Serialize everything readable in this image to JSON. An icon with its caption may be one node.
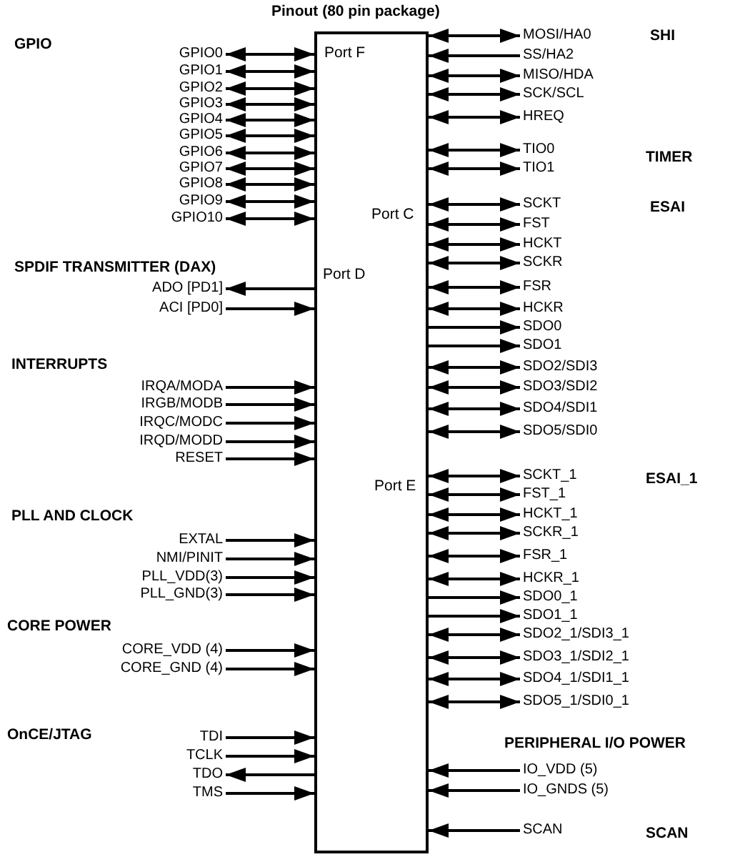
{
  "diagram": {
    "title": "Pinout (80 pin package)",
    "nodes": [
      {
        "text": [
          "Port F",
          "Port C",
          "Port D",
          "Port E"
        ]
      },
      {
        "text": [
          "GPIO0"
        ]
      },
      {
        "text": [
          "GPIO1"
        ]
      },
      {
        "text": [
          "GPIO2"
        ]
      },
      {
        "text": [
          "GPIO3"
        ]
      },
      {
        "text": [
          "GPIO4"
        ]
      },
      {
        "text": [
          "GPIO5"
        ]
      },
      {
        "text": [
          "GPIO6"
        ]
      },
      {
        "text": [
          "GPIO7"
        ]
      },
      {
        "text": [
          "GPIO8"
        ]
      },
      {
        "text": [
          "GPIO9"
        ]
      },
      {
        "text": [
          "GPIO10"
        ]
      },
      {
        "text": [
          "ADO [PD1]"
        ]
      },
      {
        "text": [
          "ACI [PD0]"
        ]
      },
      {
        "text": [
          "IRQA/MODA"
        ]
      },
      {
        "text": [
          "IRGB/MODB"
        ]
      },
      {
        "text": [
          "IRQC/MODC"
        ]
      },
      {
        "text": [
          "IRQD/MODD"
        ]
      },
      {
        "text": [
          "RESET"
        ]
      },
      {
        "text": [
          "EXTAL"
        ]
      },
      {
        "text": [
          "NMI/PINIT"
        ]
      },
      {
        "text": [
          "PLL_VDD(3)"
        ]
      },
      {
        "text": [
          "PLL_GND(3)"
        ]
      },
      {
        "text": [
          "CORE_VDD (4)"
        ]
      },
      {
        "text": [
          "CORE_GND (4)"
        ]
      },
      {
        "text": [
          "TDI"
        ]
      },
      {
        "text": [
          "TCLK"
        ]
      },
      {
        "text": [
          "TDO"
        ]
      },
      {
        "text": [
          "TMS"
        ]
      },
      {
        "text": [
          "MOSI/HA0"
        ]
      },
      {
        "text": [
          "SS/HA2"
        ]
      },
      {
        "text": [
          "MISO/HDA"
        ]
      },
      {
        "text": [
          "SCK/SCL"
        ]
      },
      {
        "text": [
          "HREQ"
        ]
      },
      {
        "text": [
          "TIO0"
        ]
      },
      {
        "text": [
          "TIO1"
        ]
      },
      {
        "text": [
          "SCKT"
        ]
      },
      {
        "text": [
          "FST"
        ]
      },
      {
        "text": [
          "HCKT"
        ]
      },
      {
        "text": [
          "SCKR"
        ]
      },
      {
        "text": [
          "FSR"
        ]
      },
      {
        "text": [
          "HCKR"
        ]
      },
      {
        "text": [
          "SDO0"
        ]
      },
      {
        "text": [
          "SDO1"
        ]
      },
      {
        "text": [
          "SDO2/SDI3"
        ]
      },
      {
        "text": [
          "SDO3/SDI2"
        ]
      },
      {
        "text": [
          "SDO4/SDI1"
        ]
      },
      {
        "text": [
          "SDO5/SDI0"
        ]
      },
      {
        "text": [
          "SCKT_1"
        ]
      },
      {
        "text": [
          "FST_1"
        ]
      },
      {
        "text": [
          "HCKT_1"
        ]
      },
      {
        "text": [
          "SCKR_1"
        ]
      },
      {
        "text": [
          "FSR_1"
        ]
      },
      {
        "text": [
          "HCKR_1"
        ]
      },
      {
        "text": [
          "SDO0_1"
        ]
      },
      {
        "text": [
          "SDO1_1"
        ]
      },
      {
        "text": [
          "SDO2_1/SDI3_1"
        ]
      },
      {
        "text": [
          "SDO3_1/SDI2_1"
        ]
      },
      {
        "text": [
          "SDO4_1/SDI1_1"
        ]
      },
      {
        "text": [
          "SDO5_1/SDI0_1"
        ]
      },
      {
        "text": [
          "IO_VDD (5)"
        ]
      },
      {
        "text": [
          "IO_GNDS (5)"
        ]
      },
      {
        "text": [
          "SCAN"
        ]
      }
    ],
    "edges": [
      {
        "from": 1,
        "to": 0,
        "arrow": "both"
      },
      {
        "from": 2,
        "to": 0,
        "arrow": "both"
      },
      {
        "from": 3,
        "to": 0,
        "arrow": "both"
      },
      {
        "from": 4,
        "to": 0,
        "arrow": "both"
      },
      {
        "from": 5,
        "to": 0,
        "arrow": "both"
      },
      {
        "from": 6,
        "to": 0,
        "arrow": "both"
      },
      {
        "from": 7,
        "to": 0,
        "arrow": "both"
      },
      {
        "from": 8,
        "to": 0,
        "arrow": "both"
      },
      {
        "from": 9,
        "to": 0,
        "arrow": "both"
      },
      {
        "from": 10,
        "to": 0,
        "arrow": "both"
      },
      {
        "from": 11,
        "to": 0,
        "arrow": "both"
      },
      {
        "from": 0,
        "to": 12,
        "arrow": "to"
      },
      {
        "from": 13,
        "to": 0,
        "arrow": "to"
      },
      {
        "from": 14,
        "to": 0,
        "arrow": "to"
      },
      {
        "from": 15,
        "to": 0,
        "arrow": "to"
      },
      {
        "from": 16,
        "to": 0,
        "arrow": "to"
      },
      {
        "from": 17,
        "to": 0,
        "arrow": "to"
      },
      {
        "from": 18,
        "to": 0,
        "arrow": "to"
      },
      {
        "from": 19,
        "to": 0,
        "arrow": "to"
      },
      {
        "from": 20,
        "to": 0,
        "arrow": "to"
      },
      {
        "from": 21,
        "to": 0,
        "arrow": "to"
      },
      {
        "from": 22,
        "to": 0,
        "arrow": "to"
      },
      {
        "from": 23,
        "to": 0,
        "arrow": "to"
      },
      {
        "from": 24,
        "to": 0,
        "arrow": "to"
      },
      {
        "from": 25,
        "to": 0,
        "arrow": "to"
      },
      {
        "from": 26,
        "to": 0,
        "arrow": "to"
      },
      {
        "from": 0,
        "to": 27,
        "arrow": "to"
      },
      {
        "from": 28,
        "to": 0,
        "arrow": "to"
      },
      {
        "from": 0,
        "to": 29,
        "arrow": "both"
      },
      {
        "from": 30,
        "to": 0,
        "arrow": "to"
      },
      {
        "from": 0,
        "to": 31,
        "arrow": "both"
      },
      {
        "from": 0,
        "to": 32,
        "arrow": "both"
      },
      {
        "from": 0,
        "to": 33,
        "arrow": "both"
      },
      {
        "from": 0,
        "to": 34,
        "arrow": "both"
      },
      {
        "from": 0,
        "to": 35,
        "arrow": "both"
      },
      {
        "from": 0,
        "to": 36,
        "arrow": "both"
      },
      {
        "from": 0,
        "to": 37,
        "arrow": "both"
      },
      {
        "from": 0,
        "to": 38,
        "arrow": "both"
      },
      {
        "from": 0,
        "to": 39,
        "arrow": "both"
      },
      {
        "from": 0,
        "to": 40,
        "arrow": "both"
      },
      {
        "from": 0,
        "to": 41,
        "arrow": "both"
      },
      {
        "from": 0,
        "to": 42,
        "arrow": "to"
      },
      {
        "from": 0,
        "to": 43,
        "arrow": "to"
      },
      {
        "from": 0,
        "to": 44,
        "arrow": "both"
      },
      {
        "from": 0,
        "to": 45,
        "arrow": "both"
      },
      {
        "from": 0,
        "to": 46,
        "arrow": "both"
      },
      {
        "from": 0,
        "to": 47,
        "arrow": "both"
      },
      {
        "from": 0,
        "to": 48,
        "arrow": "both"
      },
      {
        "from": 0,
        "to": 49,
        "arrow": "both"
      },
      {
        "from": 0,
        "to": 50,
        "arrow": "both"
      },
      {
        "from": 0,
        "to": 51,
        "arrow": "both"
      },
      {
        "from": 0,
        "to": 52,
        "arrow": "both"
      },
      {
        "from": 0,
        "to": 53,
        "arrow": "both"
      },
      {
        "from": 0,
        "to": 54,
        "arrow": "to"
      },
      {
        "from": 0,
        "to": 55,
        "arrow": "to"
      },
      {
        "from": 0,
        "to": 56,
        "arrow": "both"
      },
      {
        "from": 0,
        "to": 57,
        "arrow": "both"
      },
      {
        "from": 0,
        "to": 58,
        "arrow": "both"
      },
      {
        "from": 0,
        "to": 59,
        "arrow": "both"
      },
      {
        "from": 60,
        "to": 0,
        "arrow": "to"
      },
      {
        "from": 61,
        "to": 0,
        "arrow": "to"
      },
      {
        "from": 62,
        "to": 0,
        "arrow": "to"
      }
    ],
    "labels": [
      "GPIO",
      "SHI",
      "TIMER",
      "ESAI",
      "SPDIF TRANSMITTER (DAX)",
      "INTERRUPTS",
      "ESAI_1",
      "PLL AND CLOCK",
      "CORE POWER",
      "OnCE/JTAG",
      "PERIPHERAL I/O POWER",
      "SCAN"
    ]
  }
}
